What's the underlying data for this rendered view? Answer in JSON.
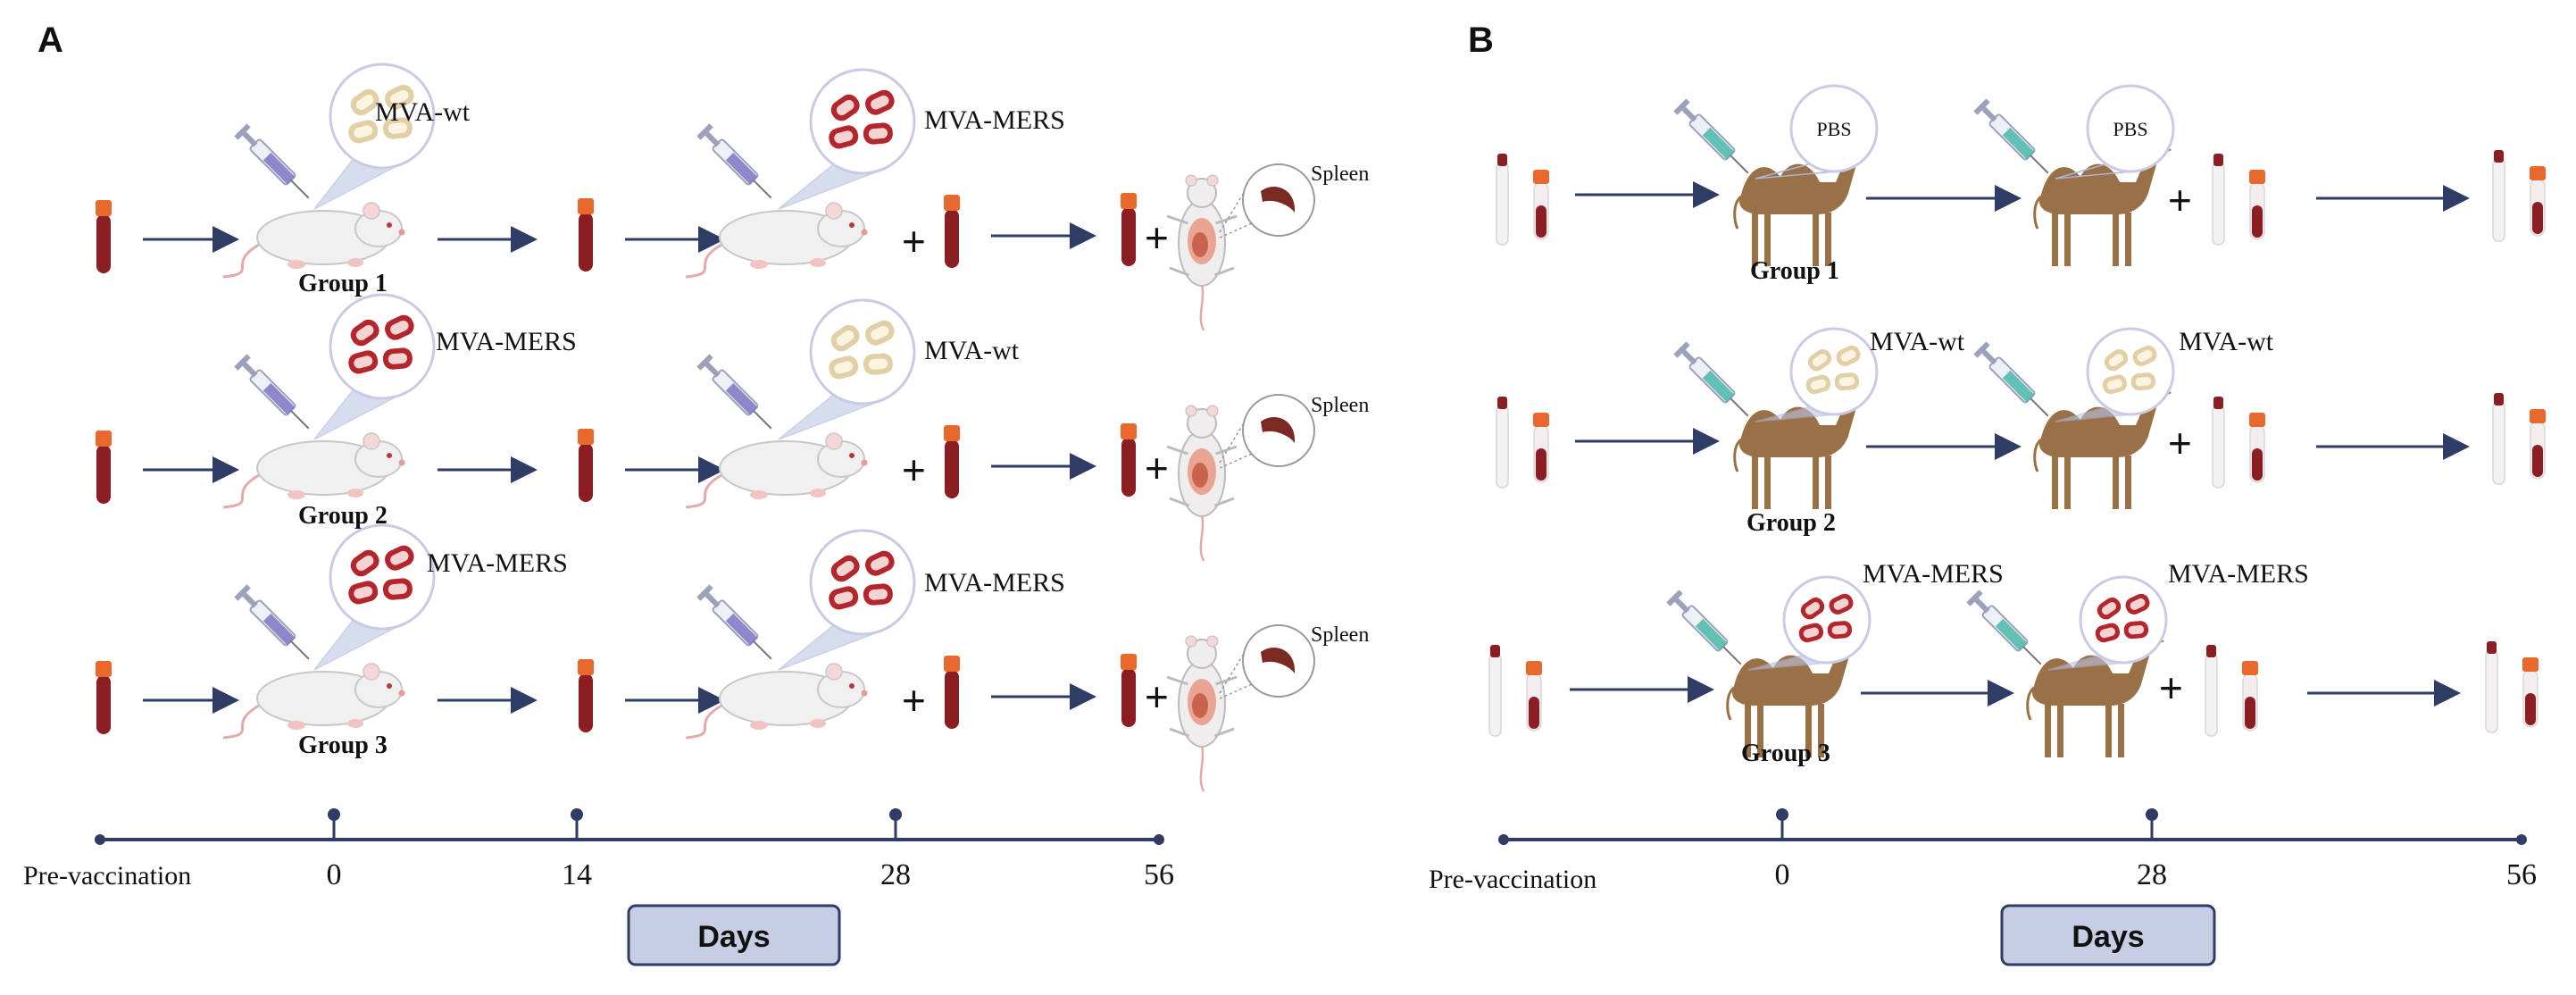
{
  "colors": {
    "arrow": "#2f3d66",
    "blood": "#8b1e22",
    "cap": "#e8692b",
    "virus_wt": "#e2cfa5",
    "virus_mers": "#b3262c",
    "bubble": "#c8cbe3",
    "mouse": "#f1f0f0",
    "camel": "#9a7047",
    "button_fill": "#c7cde3",
    "button_stroke": "#2f3d66"
  },
  "panels": [
    {
      "letter": "A",
      "animal": "mouse",
      "timeline": {
        "pre_label": "Pre-vaccination",
        "ticks": [
          {
            "label": "0"
          },
          {
            "label": "14"
          },
          {
            "label": "28"
          },
          {
            "label": "56"
          }
        ],
        "button": "Days"
      },
      "groups": [
        {
          "label": "Group 1",
          "dose1": "MVA-wt",
          "dose1_type": "wt",
          "dose2": "MVA-MERS",
          "dose2_type": "mers",
          "organ": "Spleen"
        },
        {
          "label": "Group 2",
          "dose1": "MVA-MERS",
          "dose1_type": "mers",
          "dose2": "MVA-wt",
          "dose2_type": "wt",
          "organ": "Spleen"
        },
        {
          "label": "Group 3",
          "dose1": "MVA-MERS",
          "dose1_type": "mers",
          "dose2": "MVA-MERS",
          "dose2_type": "mers",
          "organ": "Spleen"
        }
      ]
    },
    {
      "letter": "B",
      "animal": "camel",
      "timeline": {
        "pre_label": "Pre-vaccination",
        "ticks": [
          {
            "label": "0"
          },
          {
            "label": "28"
          },
          {
            "label": "56"
          }
        ],
        "button": "Days"
      },
      "groups": [
        {
          "label": "Group 1",
          "dose1": "PBS",
          "dose1_type": "pbs",
          "dose2": "PBS",
          "dose2_type": "pbs"
        },
        {
          "label": "Group 2",
          "dose1": "MVA-wt",
          "dose1_type": "wt",
          "dose2": "MVA-wt",
          "dose2_type": "wt"
        },
        {
          "label": "Group 3",
          "dose1": "MVA-MERS",
          "dose1_type": "mers",
          "dose2": "MVA-MERS",
          "dose2_type": "mers"
        }
      ]
    }
  ]
}
